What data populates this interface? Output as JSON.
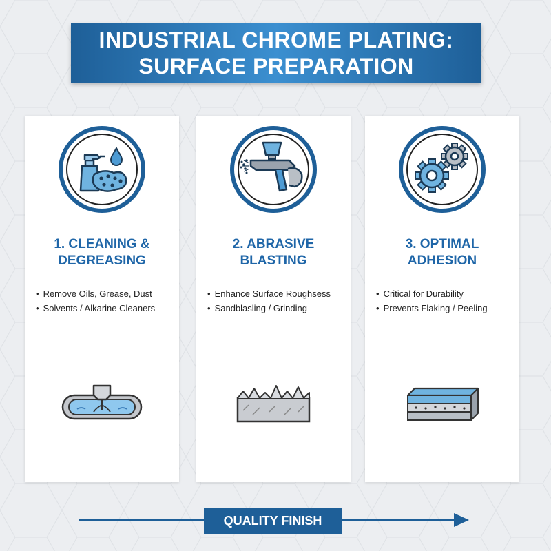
{
  "title": {
    "line1": "INDUSTRIAL CHROME PLATING:",
    "line2": "SURFACE PREPARATION"
  },
  "steps": [
    {
      "title_line1": "1. CLEANING &",
      "title_line2": "DEGREASING",
      "bullets": [
        "Remove Oils, Grease, Dust",
        "Solvents / Alkarine Cleaners"
      ],
      "top_icon": "spray-bottle-sponge-icon",
      "bottom_icon": "cleaning-basin-icon"
    },
    {
      "title_line1": "2. ABRASIVE",
      "title_line2": "BLASTING",
      "bullets": [
        "Enhance Surface Roughsess",
        "Sandblasling / Grinding"
      ],
      "top_icon": "spray-gun-icon",
      "bottom_icon": "rough-surface-icon"
    },
    {
      "title_line1": "3. OPTIMAL",
      "title_line2": "ADHESION",
      "bullets": [
        "Critical for Durability",
        "Prevents Flaking / Peeling"
      ],
      "top_icon": "gears-icon",
      "bottom_icon": "layered-surface-icon"
    }
  ],
  "footer": {
    "label": "QUALITY FINISH"
  },
  "colors": {
    "primary": "#1e5f98",
    "accent": "#3b8fd0",
    "background": "#eceef1",
    "icon_fill": "#6fb3e0"
  }
}
